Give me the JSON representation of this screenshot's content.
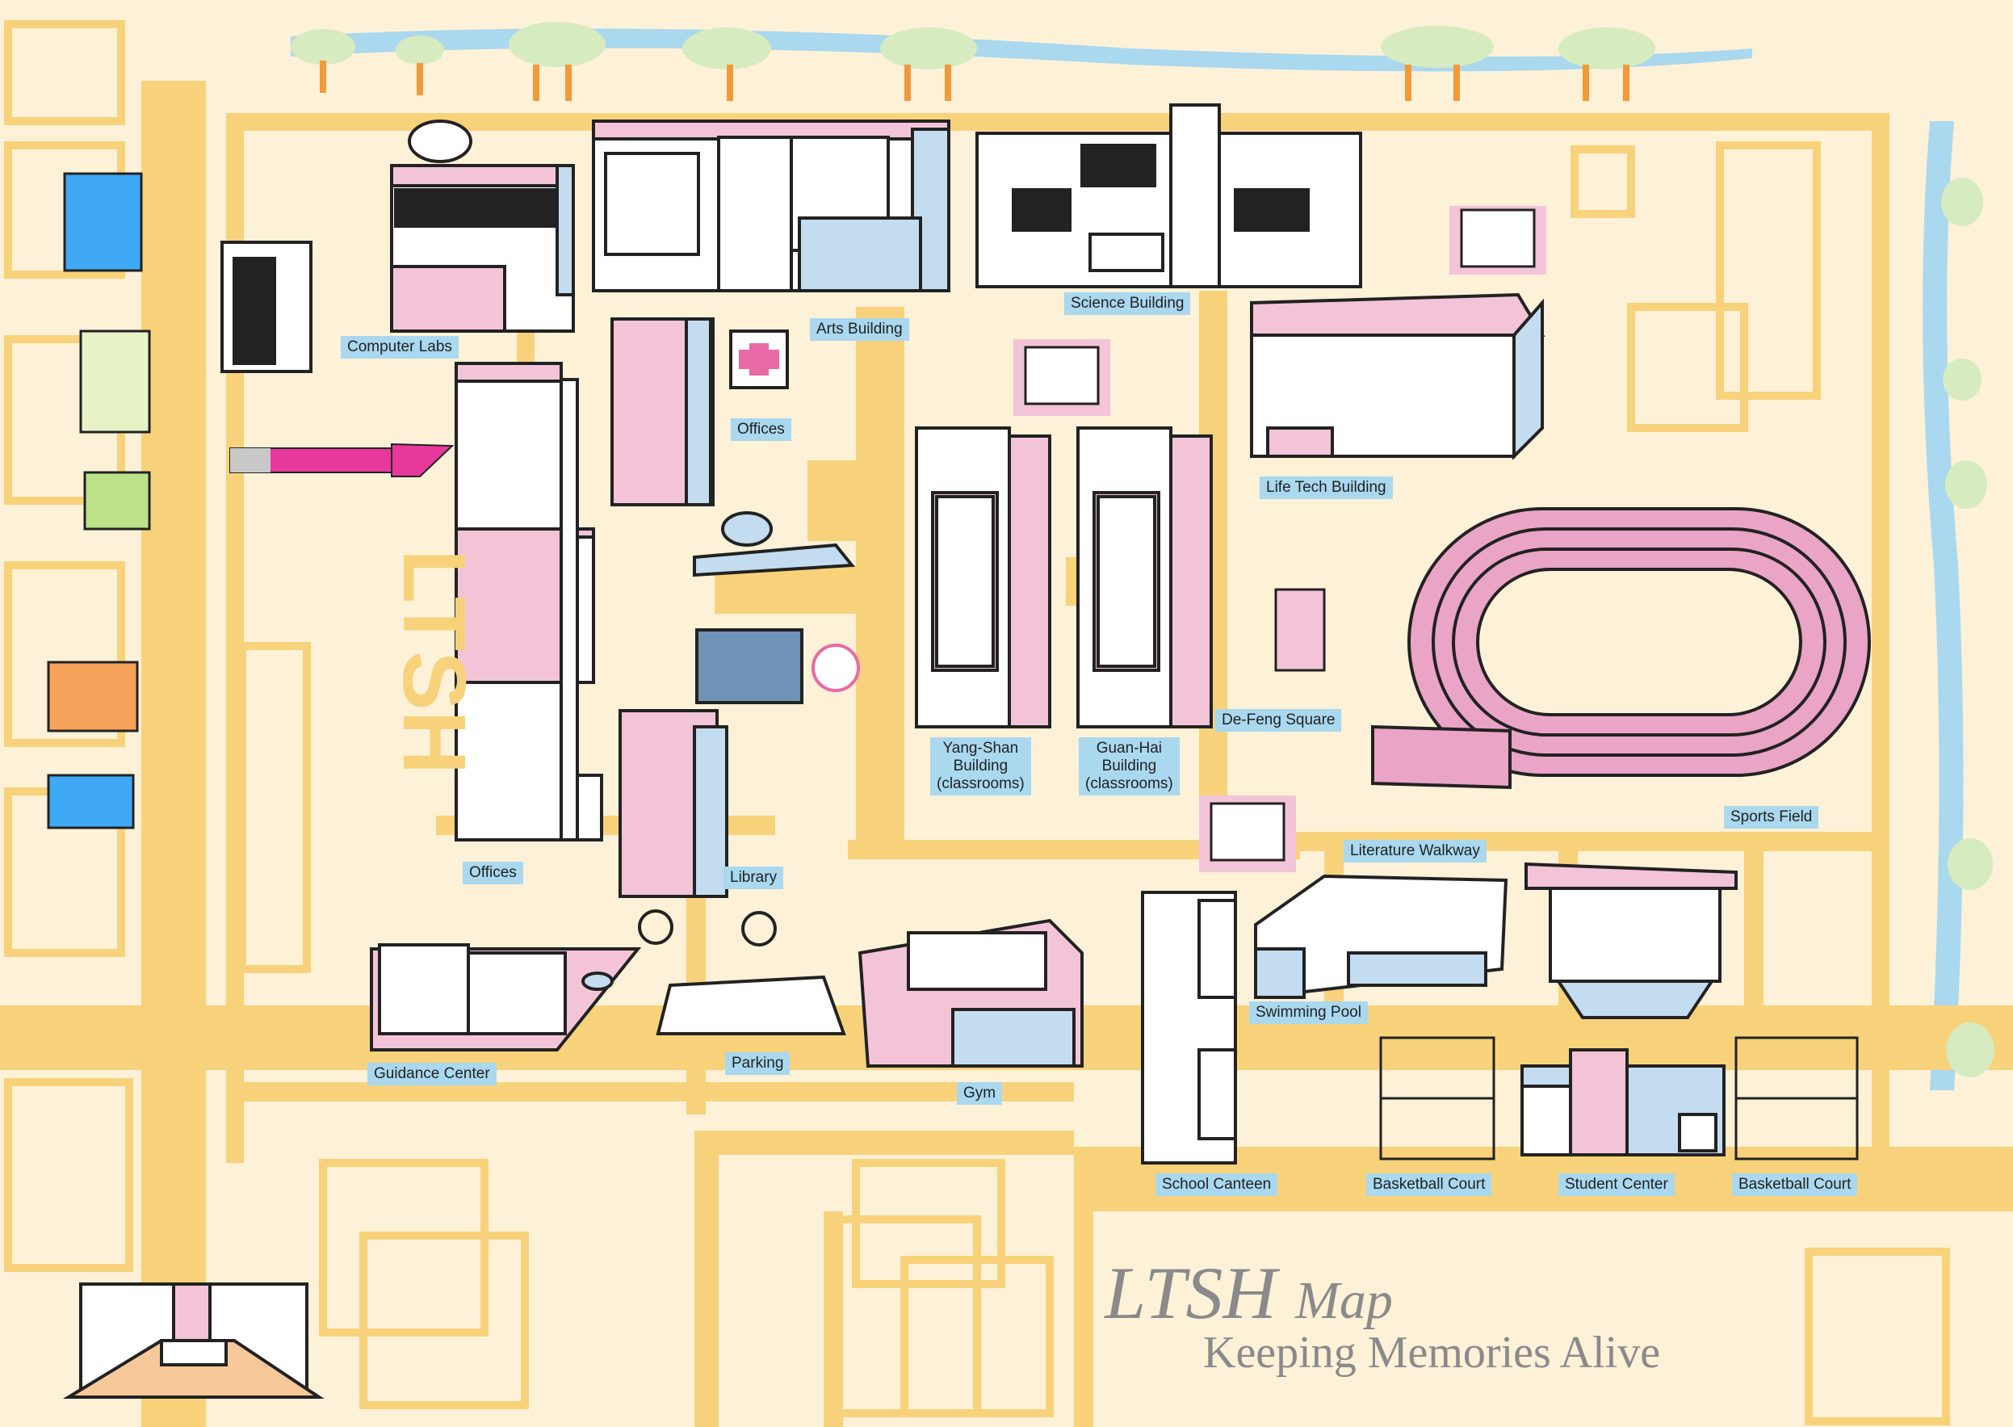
{
  "map": {
    "title": "LTSH",
    "title_suffix": "Map",
    "subtitle": "Keeping Memories Alive",
    "campus_watermark": "LTSH",
    "colors": {
      "background": "#fdf1d8",
      "road": "#f8d27a",
      "river": "#a9d8ef",
      "building_pink": "#f3c4d8",
      "building_blue": "#c4dcef",
      "label_bg": "#a9d8ef",
      "track": "#e9a4c6",
      "tree": "#d6ebc0",
      "trunk": "#f29a3a"
    },
    "places": {
      "computer_labs": "Computer Labs",
      "arts_building": "Arts Building",
      "science_building": "Science Building",
      "offices_small": "Offices",
      "offices_tower": "Offices",
      "life_tech": "Life Tech Building",
      "yang_shan": "Yang-Shan\nBuilding\n(classrooms)",
      "guan_hai": "Guan-Hai\nBuilding\n(classrooms)",
      "de_feng": "De-Feng Square",
      "sports_field": "Sports Field",
      "library": "Library",
      "literature_walkway": "Literature Walkway",
      "swimming_pool": "Swimming Pool",
      "guidance_center": "Guidance Center",
      "parking": "Parking",
      "gym": "Gym",
      "school_canteen": "School Canteen",
      "basketball_court_1": "Basketball Court",
      "student_center": "Student Center",
      "basketball_court_2": "Basketball Court"
    }
  }
}
